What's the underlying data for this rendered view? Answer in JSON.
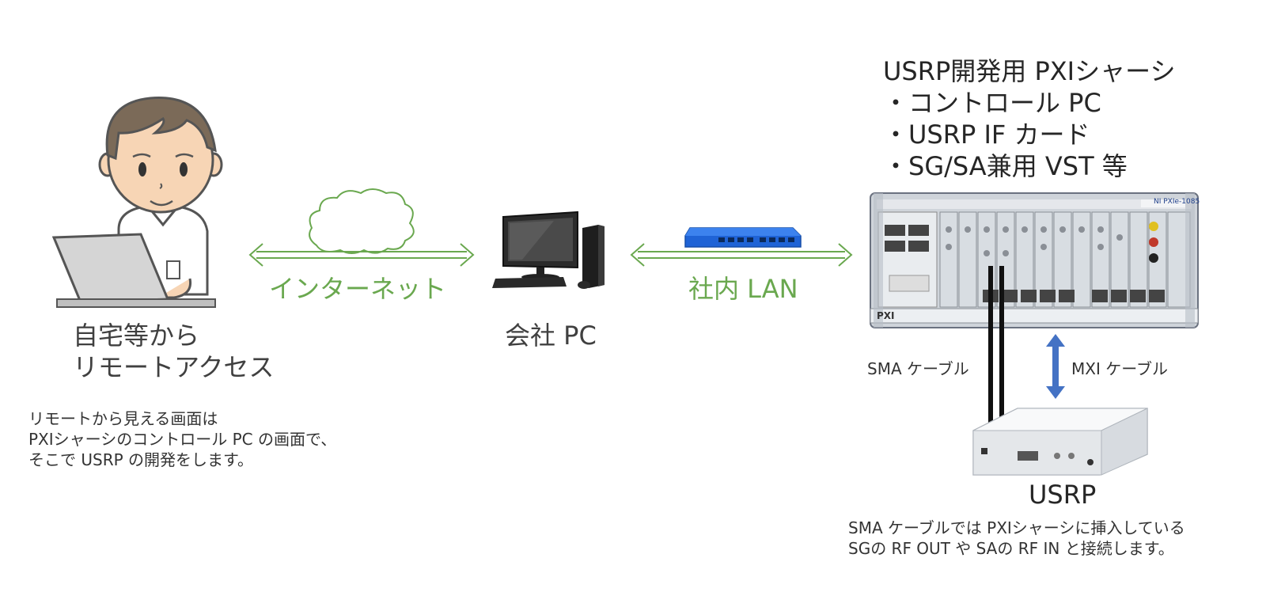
{
  "home": {
    "label_line1": "自宅等から",
    "label_line2": "リモートアクセス",
    "note_lines": [
      "リモートから見える画面は",
      "PXIシャーシのコントロール PC の画面で、",
      "そこで USRP の開発をします。"
    ]
  },
  "internet": {
    "label": "インターネット"
  },
  "office_pc": {
    "label": "会社 PC"
  },
  "lan": {
    "label": "社内 LAN"
  },
  "chassis": {
    "title_lines": [
      "USRP開発用 PXIシャーシ",
      "・コントロール PC",
      "・USRP IF カード",
      "・SG/SA兼用 VST 等"
    ],
    "brand_text": "NI PXIe-1085",
    "logo_text": "PXI"
  },
  "cables": {
    "sma_label": "SMA ケーブル",
    "mxi_label": "MXI ケーブル"
  },
  "usrp": {
    "label": "USRP",
    "note_lines": [
      "SMA ケーブルでは PXIシャーシに挿入している",
      "SGの RF OUT や SAの RF IN と接続します。"
    ]
  },
  "colors": {
    "arrow_green": "#6aa84f",
    "label_green": "#6aa84f",
    "switch_blue": "#1f63d6",
    "mxi_arrow_blue": "#4472c4",
    "chassis_body": "#d9dde3"
  }
}
